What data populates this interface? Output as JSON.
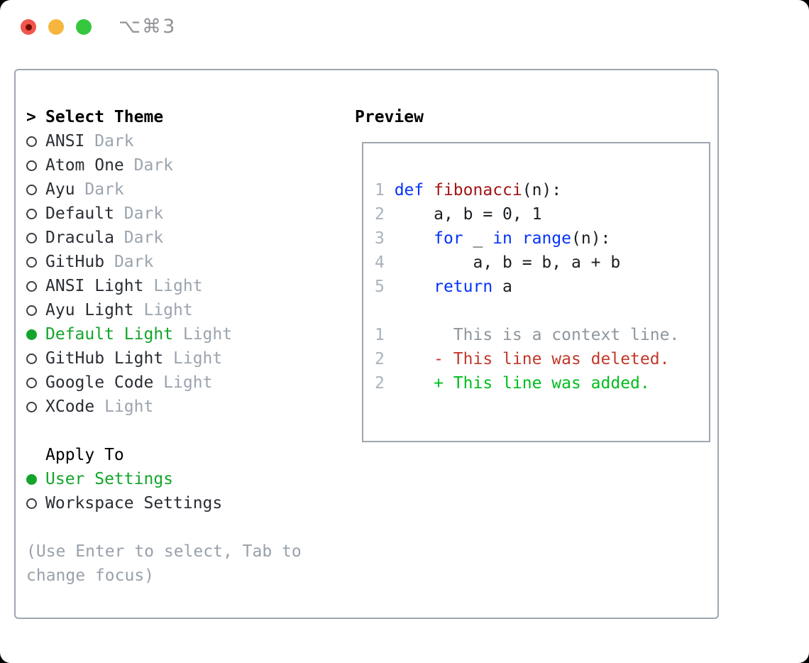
{
  "window": {
    "title": "⌥⌘3",
    "traffic_lights": [
      {
        "name": "close",
        "color": "#f1554b",
        "dot": "#6d0d05"
      },
      {
        "name": "minimize",
        "color": "#f6b63e"
      },
      {
        "name": "zoom",
        "color": "#36c73e"
      }
    ]
  },
  "theme_selector": {
    "header": "Select Theme",
    "cursor": ">",
    "items": [
      {
        "name": "ANSI",
        "variant": "Dark",
        "selected": false
      },
      {
        "name": "Atom One",
        "variant": "Dark",
        "selected": false
      },
      {
        "name": "Ayu",
        "variant": "Dark",
        "selected": false
      },
      {
        "name": "Default",
        "variant": "Dark",
        "selected": false
      },
      {
        "name": "Dracula",
        "variant": "Dark",
        "selected": false
      },
      {
        "name": "GitHub",
        "variant": "Dark",
        "selected": false
      },
      {
        "name": "ANSI Light",
        "variant": "Light",
        "selected": false
      },
      {
        "name": "Ayu Light",
        "variant": "Light",
        "selected": false
      },
      {
        "name": "Default Light",
        "variant": "Light",
        "selected": true
      },
      {
        "name": "GitHub Light",
        "variant": "Light",
        "selected": false
      },
      {
        "name": "Google Code",
        "variant": "Light",
        "selected": false
      },
      {
        "name": "XCode",
        "variant": "Light",
        "selected": false
      }
    ]
  },
  "apply_to": {
    "header": "Apply To",
    "options": [
      {
        "label": "User Settings",
        "selected": true
      },
      {
        "label": "Workspace Settings",
        "selected": false
      }
    ]
  },
  "help_text": "(Use Enter to select, Tab to change focus)",
  "preview": {
    "header": "Preview",
    "code_lines": [
      [],
      [
        {
          "t": "1 ",
          "c": "num"
        },
        {
          "t": "def",
          "c": "kw"
        },
        {
          "t": " ",
          "c": "plain"
        },
        {
          "t": "fibonacci",
          "c": "fn"
        },
        {
          "t": "(n):",
          "c": "plain"
        }
      ],
      [
        {
          "t": "2 ",
          "c": "num"
        },
        {
          "t": "    a, b = 0, 1",
          "c": "plain"
        }
      ],
      [
        {
          "t": "3 ",
          "c": "num"
        },
        {
          "t": "    ",
          "c": "plain"
        },
        {
          "t": "for",
          "c": "kw"
        },
        {
          "t": " _ ",
          "c": "plain"
        },
        {
          "t": "in",
          "c": "kw"
        },
        {
          "t": " ",
          "c": "plain"
        },
        {
          "t": "range",
          "c": "kw"
        },
        {
          "t": "(n):",
          "c": "plain"
        }
      ],
      [
        {
          "t": "4 ",
          "c": "num"
        },
        {
          "t": "        a, b = b, a + b",
          "c": "plain"
        }
      ],
      [
        {
          "t": "5 ",
          "c": "num"
        },
        {
          "t": "    ",
          "c": "plain"
        },
        {
          "t": "return",
          "c": "kw"
        },
        {
          "t": " a",
          "c": "plain"
        }
      ],
      [],
      [
        {
          "t": "1 ",
          "c": "num"
        },
        {
          "t": "      This is a context line.",
          "c": "context"
        }
      ],
      [
        {
          "t": "2 ",
          "c": "num"
        },
        {
          "t": "    ",
          "c": "plain"
        },
        {
          "t": "- This line was deleted.",
          "c": "deleted"
        }
      ],
      [
        {
          "t": "2 ",
          "c": "num"
        },
        {
          "t": "    ",
          "c": "plain"
        },
        {
          "t": "+ This line was added.",
          "c": "added"
        }
      ]
    ]
  },
  "colors": {
    "accent_green": "#13a52b",
    "added_green": "#00bd1e",
    "deleted_red": "#c0392b",
    "keyword_blue": "#0433fa",
    "function_red": "#a31515",
    "context_gray": "#8e969e",
    "line_number_gray": "#a9b2bc",
    "muted_gray": "#9ba4af",
    "text_dark": "#2a2e34",
    "border_gray": "#9ea6b0"
  }
}
